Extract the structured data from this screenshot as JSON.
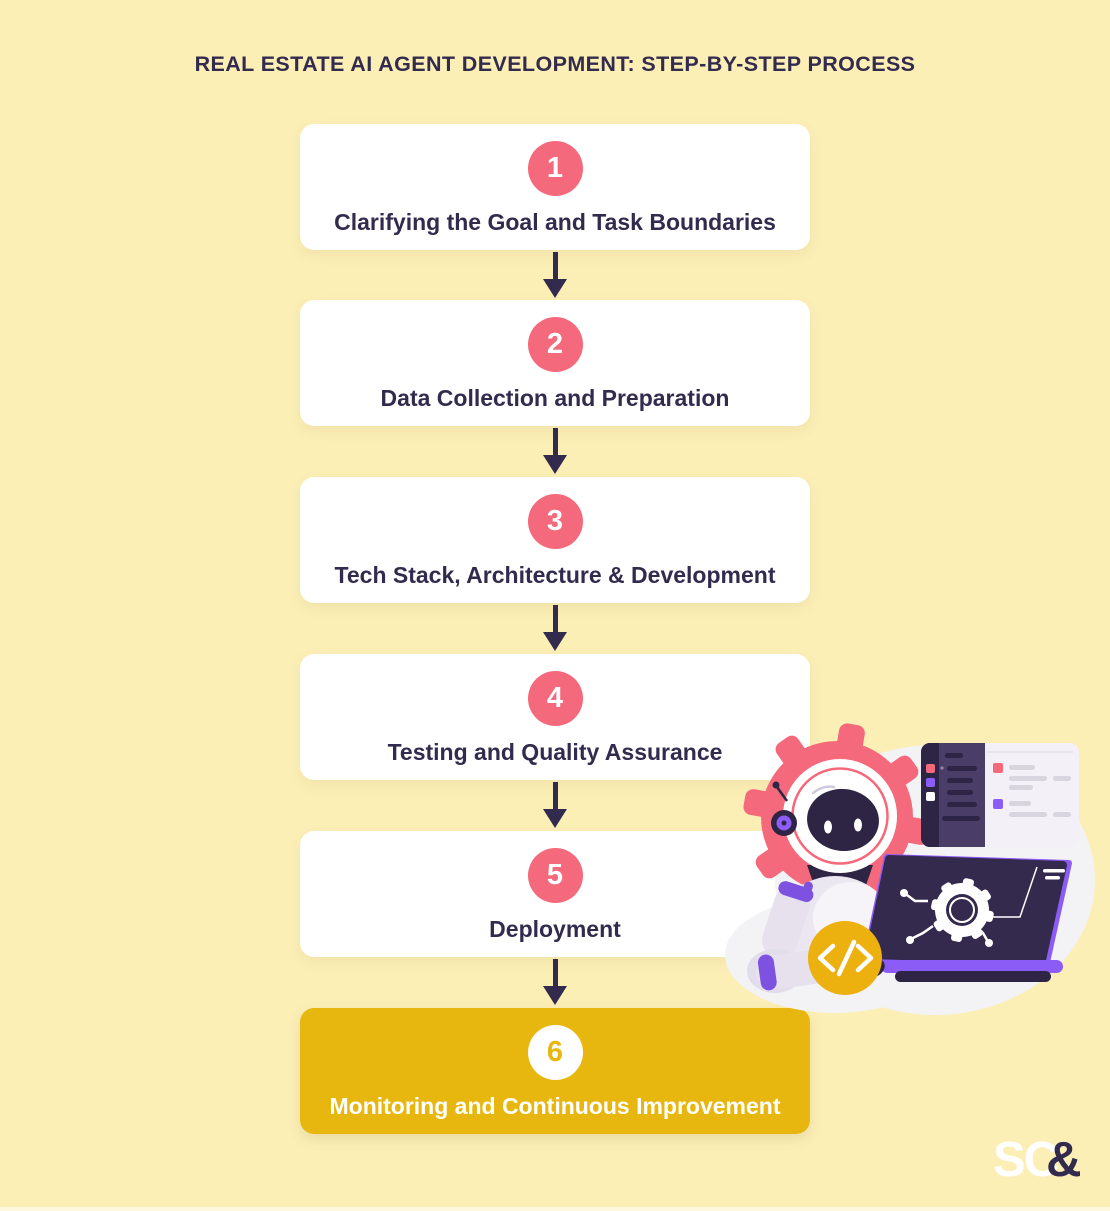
{
  "title": "REAL ESTATE AI AGENT DEVELOPMENT: STEP-BY-STEP PROCESS",
  "steps": [
    {
      "number": "1",
      "label": "Clarifying the Goal and Task Boundaries",
      "highlighted": false
    },
    {
      "number": "2",
      "label": "Data Collection and Preparation",
      "highlighted": false
    },
    {
      "number": "3",
      "label": "Tech Stack, Architecture & Development",
      "highlighted": false
    },
    {
      "number": "4",
      "label": "Testing and Quality Assurance",
      "highlighted": false
    },
    {
      "number": "5",
      "label": "Deployment",
      "highlighted": false
    },
    {
      "number": "6",
      "label": "Monitoring and Continuous Improvement",
      "highlighted": true
    }
  ],
  "illustration": {
    "description": "robot with gear, code editor window, laptop with gear circuit, yellow code badge",
    "code_symbol": "</>",
    "icons": [
      "gear-icon",
      "robot-icon",
      "code-editor-window-icon",
      "laptop-icon",
      "circuit-gear-icon",
      "code-tag-icon"
    ]
  },
  "logo": {
    "sc": "SC",
    "amp": "&"
  },
  "colors": {
    "background": "#FCEFB6",
    "card": "#FFFFFF",
    "accent_pink": "#F4697B",
    "accent_gold": "#E8B70F",
    "text_dark": "#332B4E",
    "accent_purple": "#8B5CF6"
  }
}
